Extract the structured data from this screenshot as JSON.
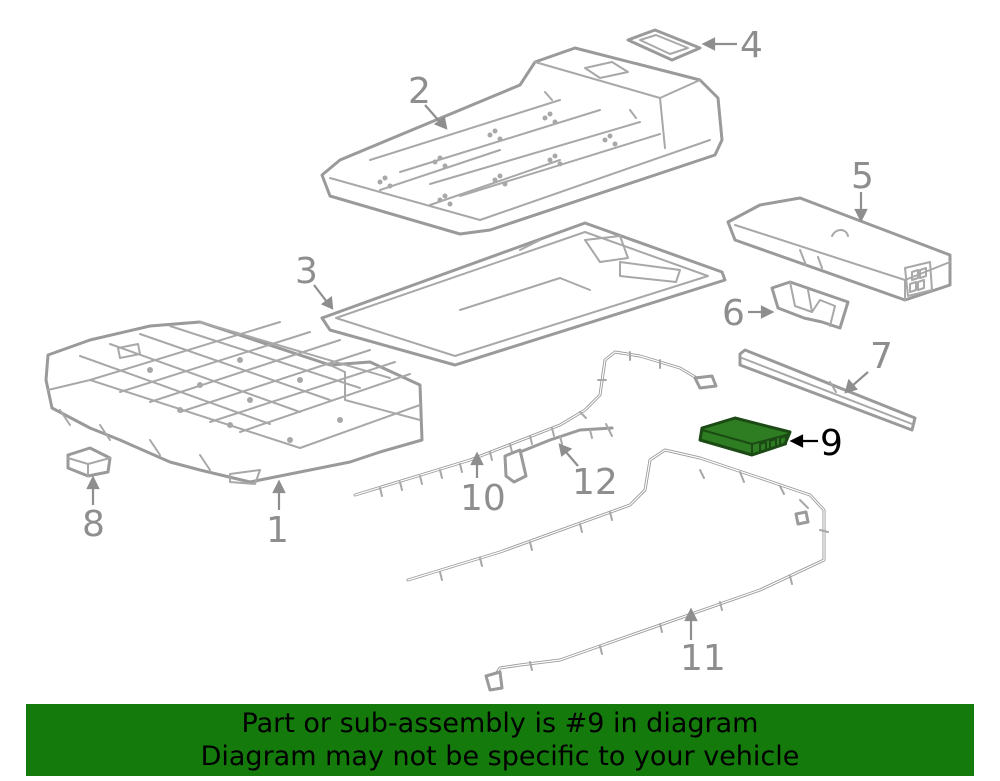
{
  "callouts": [
    {
      "id": "1",
      "label": "1"
    },
    {
      "id": "2",
      "label": "2"
    },
    {
      "id": "3",
      "label": "3"
    },
    {
      "id": "4",
      "label": "4"
    },
    {
      "id": "5",
      "label": "5"
    },
    {
      "id": "6",
      "label": "6"
    },
    {
      "id": "7",
      "label": "7"
    },
    {
      "id": "8",
      "label": "8"
    },
    {
      "id": "9",
      "label": "9"
    },
    {
      "id": "10",
      "label": "10"
    },
    {
      "id": "11",
      "label": "11"
    },
    {
      "id": "12",
      "label": "12"
    }
  ],
  "highlighted_part": "9",
  "colors": {
    "banner": "#157a0c",
    "highlight_part": "#2e7d22",
    "line_art": "#9a9a9a"
  },
  "banner": {
    "line1": "Part or sub-assembly is #9 in diagram",
    "line2": "Diagram may not be specific to your vehicle"
  }
}
